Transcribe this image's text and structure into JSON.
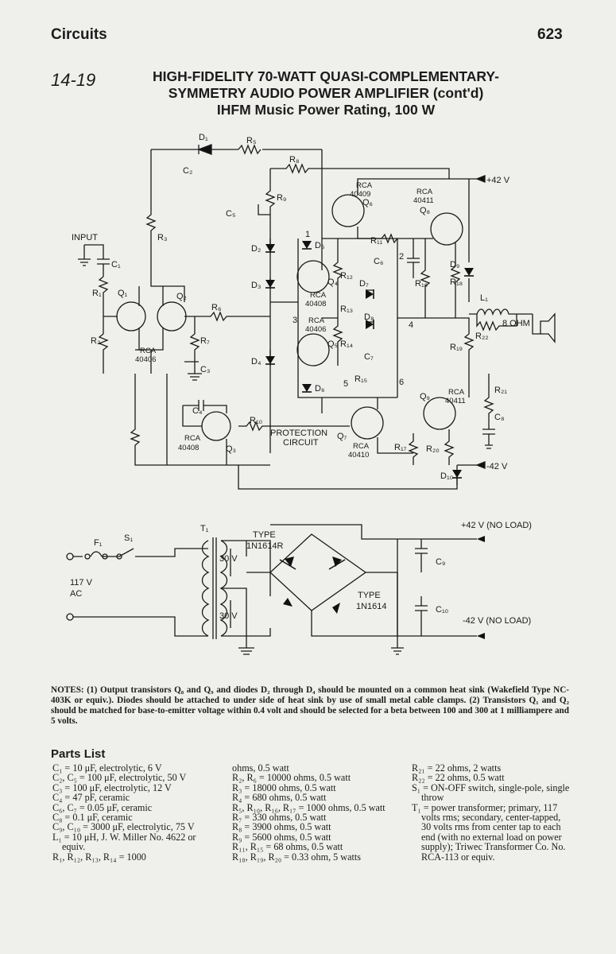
{
  "header": {
    "section": "Circuits",
    "page_number": "623"
  },
  "figure": {
    "number": "14-19",
    "title_line1": "HIGH-FIDELITY 70-WATT QUASI-COMPLEMENTARY-",
    "title_line2": "SYMMETRY AUDIO POWER AMPLIFIER (cont'd)",
    "title_line3": "IHFM Music Power Rating, 100 W"
  },
  "schematic": {
    "amp_labels": {
      "input": "INPUT",
      "plus42": "+42 V",
      "minus42": "-42 V",
      "ohm8": "8 OHM",
      "protection": "PROTECTION",
      "circuit": "CIRCUIT",
      "rca": "RCA",
      "t40406": "40406",
      "t40408": "40408",
      "t40409": "40409",
      "t40410": "40410",
      "t40411": "40411",
      "D1": "D₁",
      "D2": "D₂",
      "D3": "D₃",
      "D4": "D₄",
      "D5": "D₅",
      "D6": "D₆",
      "D7": "D₇",
      "D8": "D₈",
      "D9": "D₉",
      "D10": "D₁₀",
      "Q1": "Q₁",
      "Q2": "Q₂",
      "Q3": "Q₃",
      "Q4": "Q₄",
      "Q5": "Q₅",
      "Q6": "Q₆",
      "Q7": "Q₇",
      "Q8": "Q₈",
      "Q9": "Q₉",
      "R1": "R₁",
      "R2": "R₂",
      "R3": "R₃",
      "R5": "R₅",
      "R6": "R₆",
      "R7": "R₇",
      "R8": "R₈",
      "R9": "R₉",
      "R10": "R₁₀",
      "R11": "R₁₁",
      "R12": "R₁₂",
      "R13": "R₁₃",
      "R14": "R₁₄",
      "R15": "R₁₅",
      "R16": "R₁₆",
      "R17": "R₁₇",
      "R18": "R₁₈",
      "R19": "R₁₉",
      "R20": "R₂₀",
      "R21": "R₂₁",
      "R22": "R₂₂",
      "C1": "C₁",
      "C2": "C₂",
      "C3": "C₃",
      "C4": "C₄",
      "C5": "C₅",
      "C6": "C₆",
      "C7": "C₇",
      "C8": "C₈",
      "L1": "L₁",
      "n1": "1",
      "n2": "2",
      "n3": "3",
      "n4": "4",
      "n5": "5",
      "n6": "6"
    },
    "supply_labels": {
      "F1": "F₁",
      "S1": "S₁",
      "T1": "T₁",
      "ac1": "117 V",
      "ac2": "AC",
      "v30a": "30 V",
      "v30b": "30 V",
      "type1": "TYPE",
      "type1b": "1N1614R",
      "type2": "TYPE",
      "type2b": "1N1614",
      "C9": "C₉",
      "C10": "C₁₀",
      "plus_noload": "+42 V (NO LOAD)",
      "minus_noload": "-42 V (NO LOAD)"
    }
  },
  "notes": "NOTES: (1) Output transistors Q₈ and Q₉ and diodes D₂ through D₄ should be mounted on a common heat sink (Wakefield Type NC-403K or equiv.). Diodes should be attached to under side of heat sink by use of small metal cable clamps. (2) Transistors Q₁ and Q₂ should be matched for base-to-emitter voltage within 0.4 volt and should be selected for a beta between 100 and 300 at 1 milliampere and 5 volts.",
  "parts_list": {
    "heading": "Parts List",
    "col1": [
      "C₁ = 10 μF, electrolytic, 6 V",
      "C₂, C₅ = 100 μF, electrolytic, 50 V",
      "C₃ = 100 μF, electrolytic, 12 V",
      "C₄ = 47 pF, ceramic",
      "C₆, C₇ = 0.05 μF, ceramic",
      "C₈ = 0.1 μF, ceramic",
      "C₉, C₁₀ = 3000 μF, electrolytic, 75 V",
      "L₁ = 10 μH, J. W. Miller No. 4622 or equiv.",
      "R₁, R₁₂, R₁₃, R₁₄ = 1000"
    ],
    "col2": [
      "ohms, 0.5 watt",
      "R₂, R₆ = 10000 ohms, 0.5 watt",
      "R₃ = 18000 ohms, 0.5 watt",
      "R₄ = 680 ohms, 0.5 watt",
      "R₅, R₁₀, R₁₆, R₁₇ = 1000 ohms, 0.5 watt",
      "R₇ = 330 ohms, 0.5 watt",
      "R₈ = 3900 ohms, 0.5 watt",
      "R₉ = 5600 ohms, 0.5 watt",
      "R₁₁, R₁₅ = 68 ohms, 0.5 watt",
      "R₁₈, R₁₉, R₂₀ = 0.33 ohm, 5 watts"
    ],
    "col3": [
      "R₂₁ = 22 ohms, 2 watts",
      "R₂₂ = 22 ohms, 0.5 watt",
      "S₁ = ON-OFF switch, single-pole, single throw",
      "T₁ = power transformer; primary, 117 volts rms; secondary, center-tapped, 30 volts rms from center tap to each end (with no external load on power supply); Triwec Transformer Co. No. RCA-113 or equiv."
    ]
  }
}
